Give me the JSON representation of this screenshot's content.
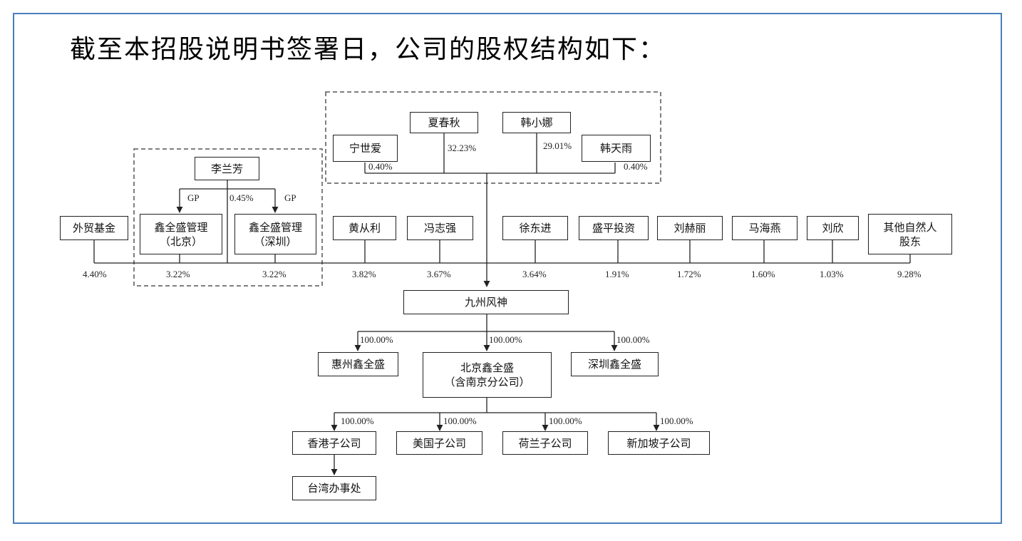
{
  "heading": "截至本招股说明书签署日，公司的股权结构如下：",
  "colors": {
    "frame": "#4a7ebb",
    "line": "#222222",
    "dash": "#555555"
  },
  "top_group": {
    "ning": "宁世爱",
    "xia": "夏春秋",
    "han_xn": "韩小娜",
    "han_ty": "韩天雨",
    "pct_ning": "0.40%",
    "pct_xia": "32.23%",
    "pct_hanxn": "29.01%",
    "pct_hanty": "0.40%"
  },
  "lilanfang": {
    "name": "李兰芳",
    "gp_left": "GP",
    "gp_right": "GP",
    "pct": "0.45%",
    "bj_line1": "鑫全盛管理",
    "bj_line2": "（北京）",
    "sz_line1": "鑫全盛管理",
    "sz_line2": "（深圳）"
  },
  "shareholders": {
    "waimao": "外贸基金",
    "huang": "黄从利",
    "feng": "冯志强",
    "xu": "徐东进",
    "shengping": "盛平投资",
    "liuhl": "刘赫丽",
    "ma": "马海燕",
    "liux": "刘欣",
    "others_line1": "其他自然人",
    "others_line2": "股东"
  },
  "percentages": {
    "waimao": "4.40%",
    "bj": "3.22%",
    "sz": "3.22%",
    "huang": "3.82%",
    "feng": "3.67%",
    "xu": "3.64%",
    "shengping": "1.91%",
    "liuhl": "1.72%",
    "ma": "1.60%",
    "liux": "1.03%",
    "others": "9.28%"
  },
  "company": "九州风神",
  "subs": {
    "huizhou": "惠州鑫全盛",
    "beijing_line1": "北京鑫全盛",
    "beijing_line2": "（含南京分公司）",
    "shenzhen": "深圳鑫全盛",
    "pct_huizhou": "100.00%",
    "pct_beijing": "100.00%",
    "pct_shenzhen": "100.00%"
  },
  "subsub": {
    "hk": "香港子公司",
    "us": "美国子公司",
    "nl": "荷兰子公司",
    "sg": "新加坡子公司",
    "pct_hk": "100.00%",
    "pct_us": "100.00%",
    "pct_nl": "100.00%",
    "pct_sg": "100.00%",
    "taiwan": "台湾办事处"
  }
}
